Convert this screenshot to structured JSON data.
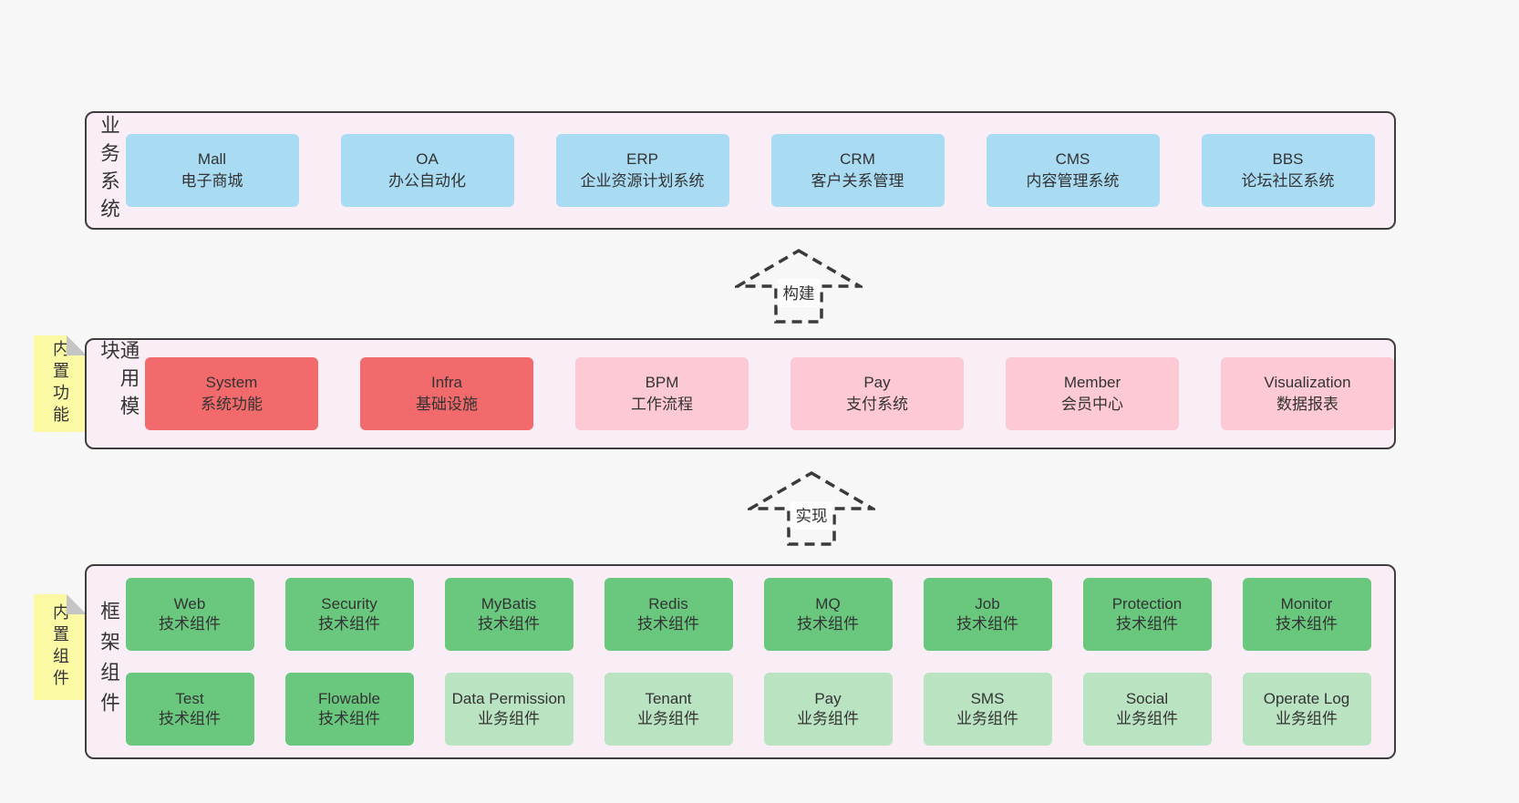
{
  "colors": {
    "page_bg": "#f7f7f7",
    "container_bg": "#f9edf6",
    "border": "#3d3d3d",
    "text": "#333333",
    "blue": "#a9dbf3",
    "red": "#f26a6b",
    "pink": "#fcc9d4",
    "green_dark": "#69c77e",
    "green_light": "#bae3c2",
    "sticky_yellow": "#fbf9a4",
    "fold_gray": "#c5c5c5",
    "arrow": "#3a3a3a",
    "arrow_label_bg": "#fdfdfd"
  },
  "arrows": [
    {
      "label": "构建"
    },
    {
      "label": "实现"
    }
  ],
  "sections": [
    {
      "label": "业务系统",
      "boxes": [
        {
          "title": "Mall",
          "subtitle": "电子商城",
          "variant": "blue"
        },
        {
          "title": "OA",
          "subtitle": "办公自动化",
          "variant": "blue"
        },
        {
          "title": "ERP",
          "subtitle": "企业资源计划系统",
          "variant": "blue"
        },
        {
          "title": "CRM",
          "subtitle": "客户关系管理",
          "variant": "blue"
        },
        {
          "title": "CMS",
          "subtitle": "内容管理系统",
          "variant": "blue"
        },
        {
          "title": "BBS",
          "subtitle": "论坛社区系统",
          "variant": "blue"
        }
      ]
    },
    {
      "label": "通用模块",
      "sticky": "内置功能",
      "boxes": [
        {
          "title": "System",
          "subtitle": "系统功能",
          "variant": "red"
        },
        {
          "title": "Infra",
          "subtitle": "基础设施",
          "variant": "red"
        },
        {
          "title": "BPM",
          "subtitle": "工作流程",
          "variant": "pink"
        },
        {
          "title": "Pay",
          "subtitle": "支付系统",
          "variant": "pink"
        },
        {
          "title": "Member",
          "subtitle": "会员中心",
          "variant": "pink"
        },
        {
          "title": "Visualization",
          "subtitle": "数据报表",
          "variant": "pink"
        }
      ]
    },
    {
      "label": "框架组件",
      "sticky": "内置组件",
      "rows": [
        [
          {
            "title": "Web",
            "subtitle": "技术组件",
            "variant": "green"
          },
          {
            "title": "Security",
            "subtitle": "技术组件",
            "variant": "green"
          },
          {
            "title": "MyBatis",
            "subtitle": "技术组件",
            "variant": "green"
          },
          {
            "title": "Redis",
            "subtitle": "技术组件",
            "variant": "green"
          },
          {
            "title": "MQ",
            "subtitle": "技术组件",
            "variant": "green"
          },
          {
            "title": "Job",
            "subtitle": "技术组件",
            "variant": "green"
          },
          {
            "title": "Protection",
            "subtitle": "技术组件",
            "variant": "green"
          },
          {
            "title": "Monitor",
            "subtitle": "技术组件",
            "variant": "green"
          }
        ],
        [
          {
            "title": "Test",
            "subtitle": "技术组件",
            "variant": "green"
          },
          {
            "title": "Flowable",
            "subtitle": "技术组件",
            "variant": "green"
          },
          {
            "title": "Data Permission",
            "subtitle": "业务组件",
            "variant": "lightgreen"
          },
          {
            "title": "Tenant",
            "subtitle": "业务组件",
            "variant": "lightgreen"
          },
          {
            "title": "Pay",
            "subtitle": "业务组件",
            "variant": "lightgreen"
          },
          {
            "title": "SMS",
            "subtitle": "业务组件",
            "variant": "lightgreen"
          },
          {
            "title": "Social",
            "subtitle": "业务组件",
            "variant": "lightgreen"
          },
          {
            "title": "Operate Log",
            "subtitle": "业务组件",
            "variant": "lightgreen"
          }
        ]
      ]
    }
  ]
}
